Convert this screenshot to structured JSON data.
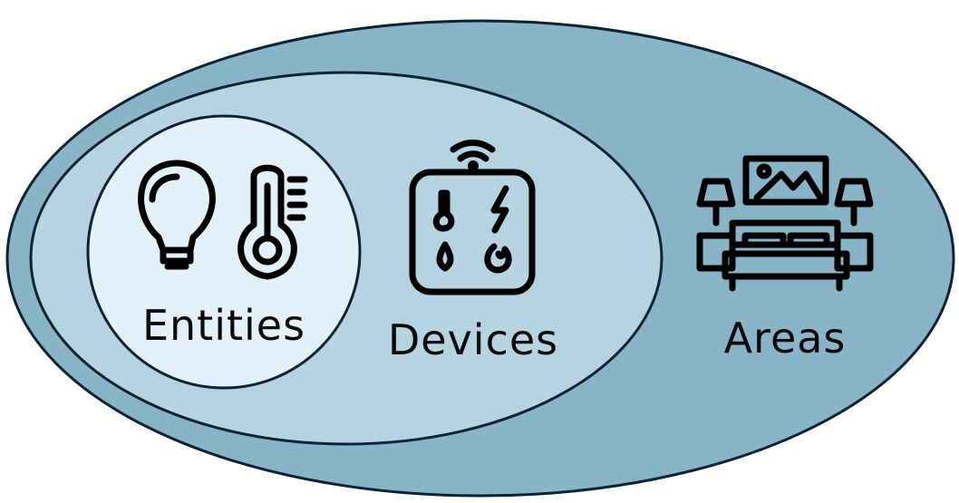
{
  "diagram": {
    "layers": [
      {
        "id": "areas",
        "label": "Areas",
        "fill": "#89b4c8",
        "icon": "bedroom-icon"
      },
      {
        "id": "devices",
        "label": "Devices",
        "fill": "#b6d3e2",
        "icon": "smart-sensor-device-icon"
      },
      {
        "id": "entities",
        "label": "Entities",
        "fill": "#e3f2fa",
        "icons": [
          "lightbulb-icon",
          "thermometer-icon"
        ]
      }
    ],
    "stroke_color": "#0d2233"
  }
}
